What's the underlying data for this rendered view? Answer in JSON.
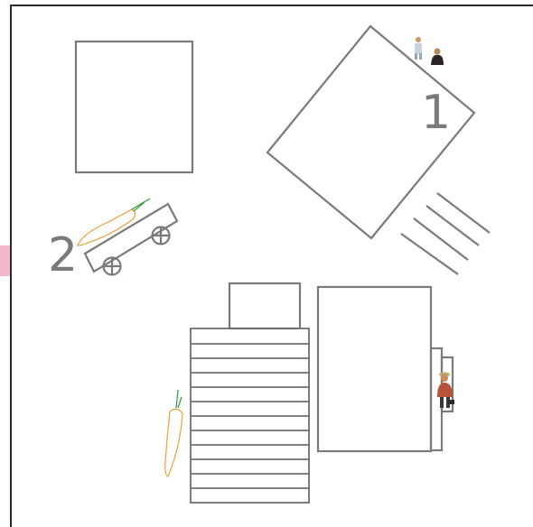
{
  "map": {
    "markers": [
      {
        "id": "1",
        "text": "1"
      },
      {
        "id": "2",
        "text": "2"
      }
    ],
    "objects": [
      {
        "name": "building-square",
        "icon": "rectangle-outline"
      },
      {
        "name": "building-diamond",
        "icon": "rotated-square-outline"
      },
      {
        "name": "ramp-lines",
        "icon": "parallel-lines"
      },
      {
        "name": "cart",
        "icon": "cart-with-wheels"
      },
      {
        "name": "stair-tower",
        "icon": "stacked-steps"
      },
      {
        "name": "tall-building",
        "icon": "rectangle-outline"
      },
      {
        "name": "carrot-on-cart",
        "icon": "carrot-icon"
      },
      {
        "name": "carrot-by-stairs",
        "icon": "carrot-icon"
      },
      {
        "name": "villagers",
        "icon": "two-people-icon"
      },
      {
        "name": "worker",
        "icon": "person-icon"
      }
    ],
    "colors": {
      "outline": "#7a7a7a",
      "frame": "#2a2a2a",
      "carrot": "#e8a23c",
      "leaf": "#2e9a3e",
      "edge_tab": "#f2b8c8"
    }
  }
}
